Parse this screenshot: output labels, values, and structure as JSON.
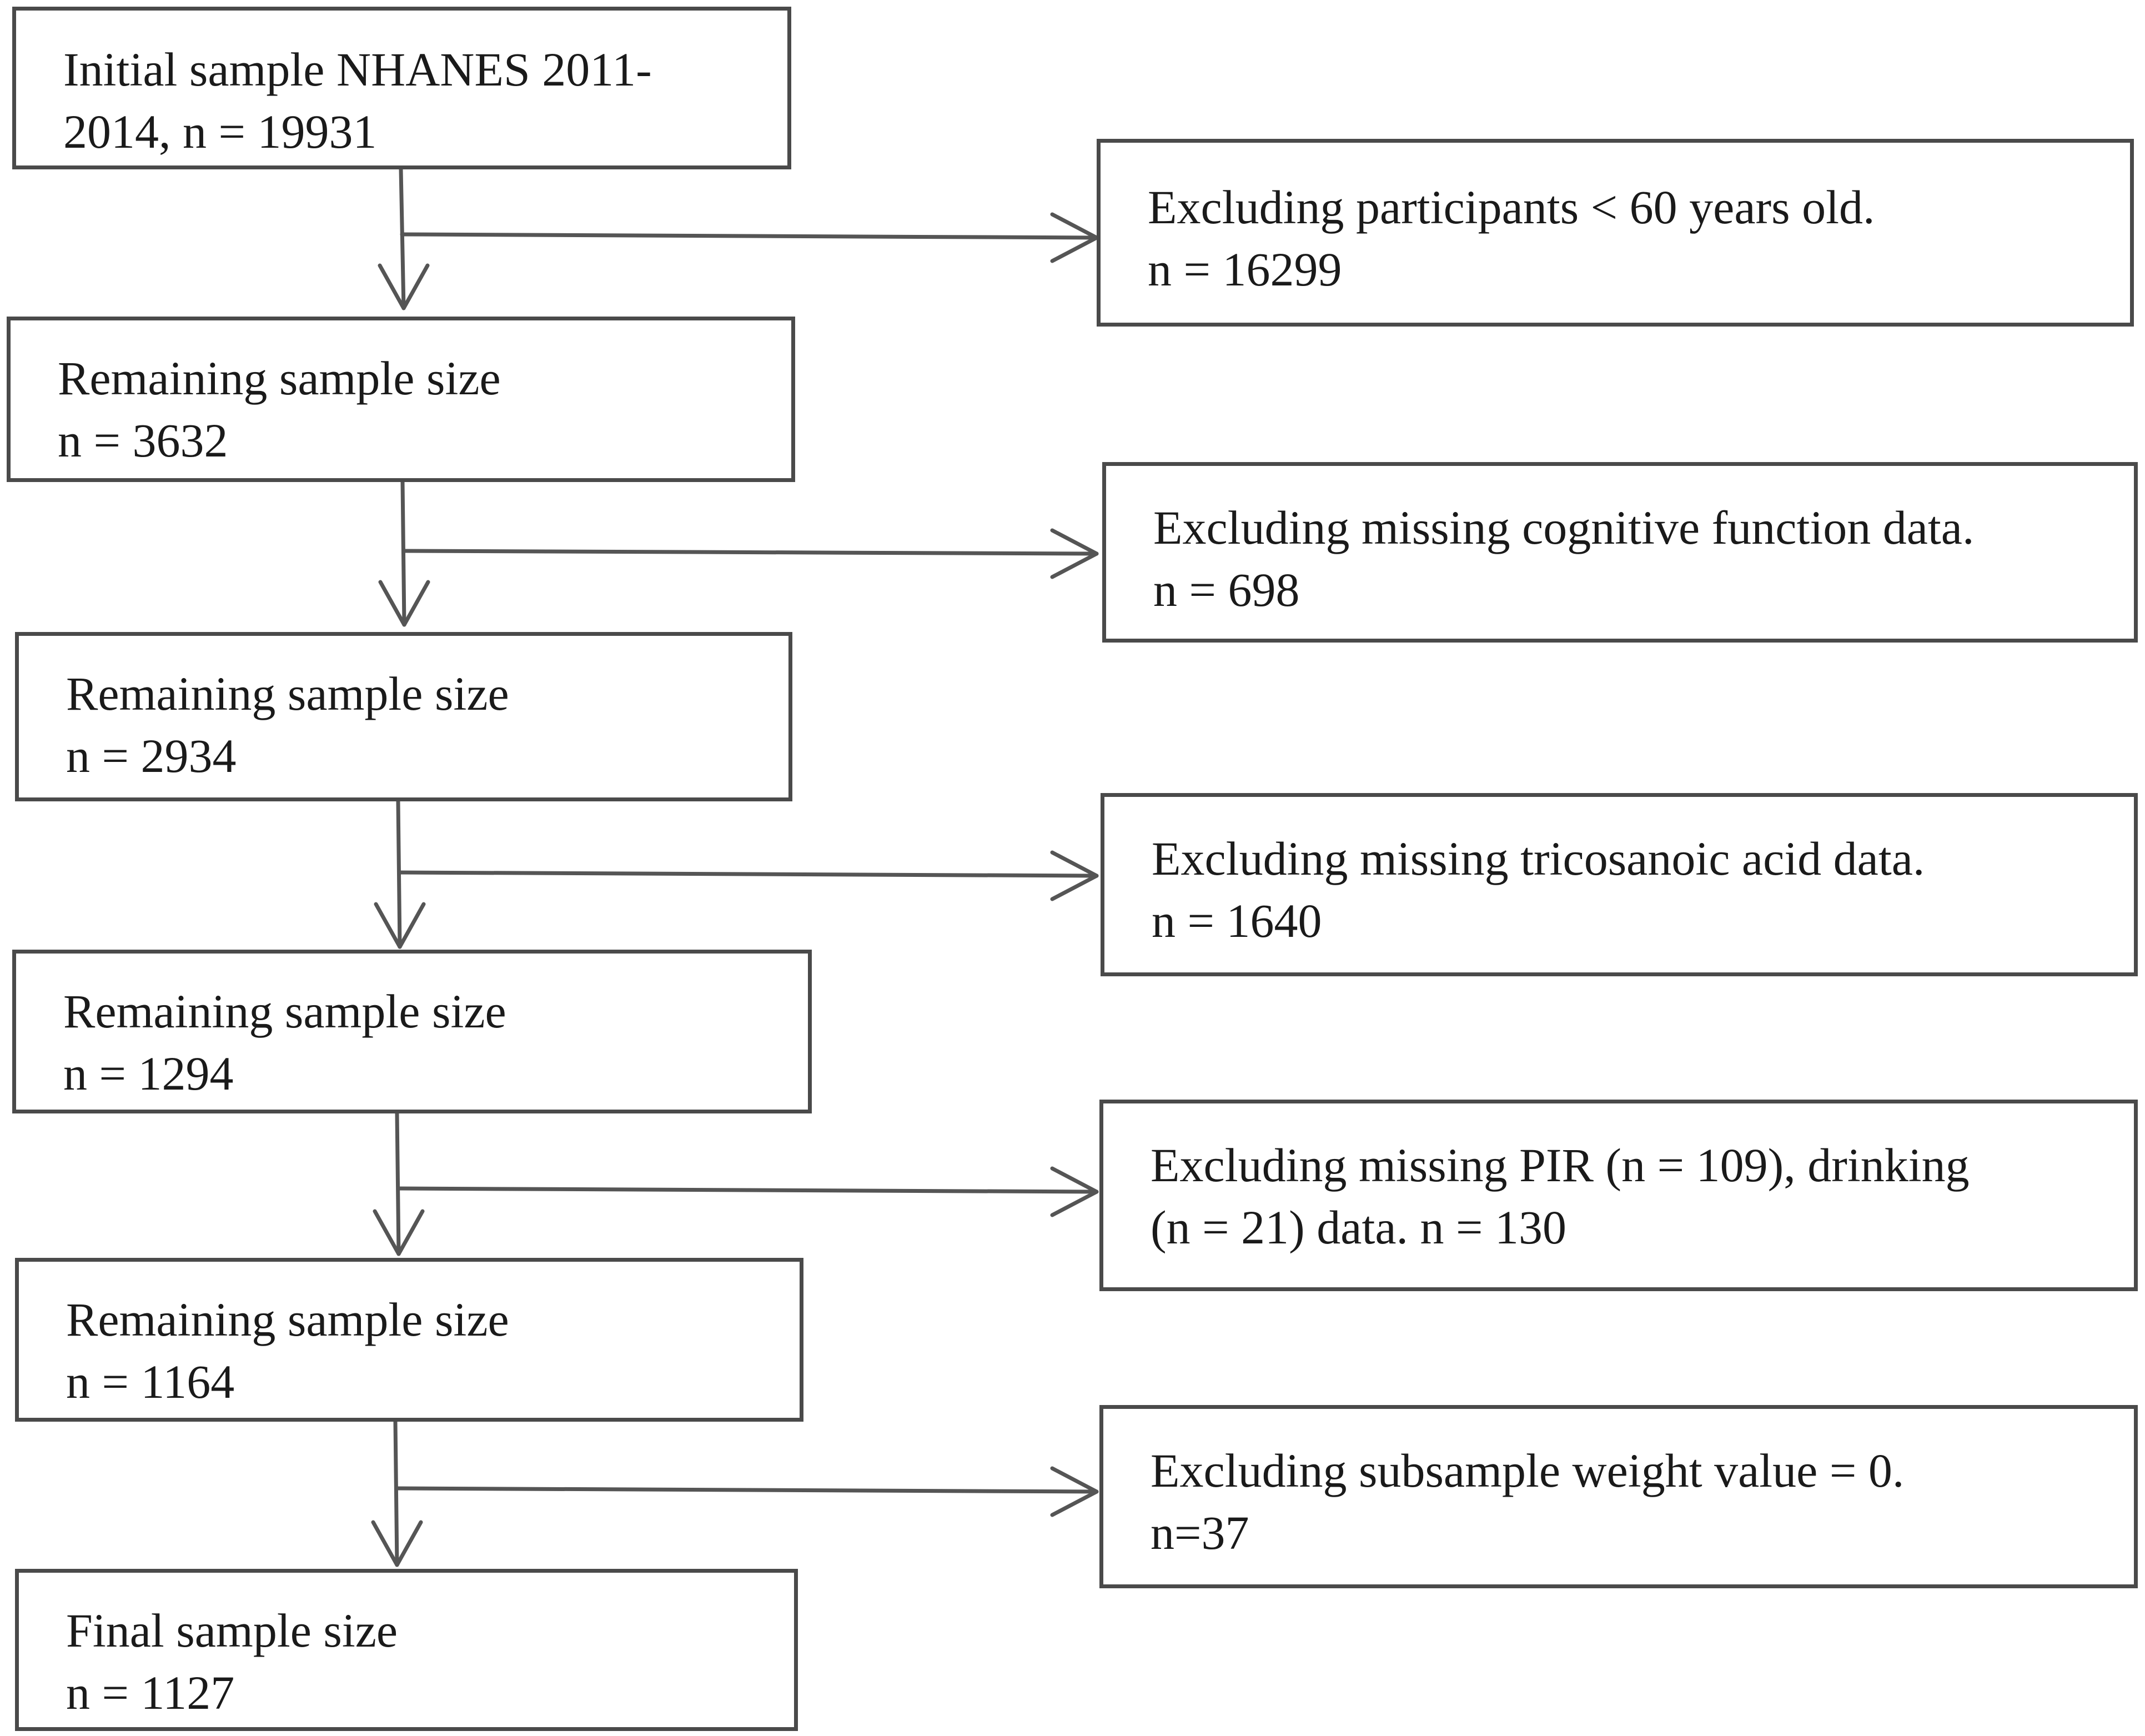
{
  "main_steps": [
    {
      "lines": [
        "Initial sample NHANES 2011-",
        "2014,  n = 19931"
      ]
    },
    {
      "lines": [
        "Remaining sample size",
        "n = 3632"
      ]
    },
    {
      "lines": [
        "Remaining sample size",
        "n = 2934"
      ]
    },
    {
      "lines": [
        "Remaining sample size",
        "n = 1294"
      ]
    },
    {
      "lines": [
        "Remaining sample size",
        "n = 1164"
      ]
    },
    {
      "lines": [
        "Final sample size",
        "n = 1127"
      ]
    }
  ],
  "exclusions": [
    {
      "lines": [
        "Excluding participants < 60 years old.",
        "n = 16299"
      ]
    },
    {
      "lines": [
        "Excluding missing cognitive function data.",
        "n = 698"
      ]
    },
    {
      "lines": [
        "Excluding missing tricosanoic acid data.",
        "n = 1640"
      ]
    },
    {
      "lines": [
        "Excluding missing PIR (n = 109), drinking",
        "(n = 21) data. n = 130"
      ]
    },
    {
      "lines": [
        "Excluding subsample weight value = 0.",
        "n=37"
      ]
    }
  ]
}
